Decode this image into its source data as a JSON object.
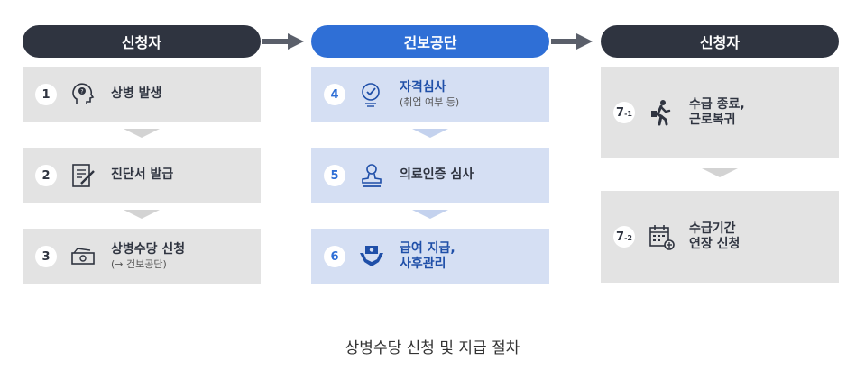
{
  "columns": [
    {
      "header": "신청자",
      "steps": [
        {
          "num": "1",
          "icon": "head-question-icon",
          "main": "상병 발생",
          "sub": ""
        },
        {
          "num": "2",
          "icon": "document-pen-icon",
          "main": "진단서 발급",
          "sub": ""
        },
        {
          "num": "3",
          "icon": "money-icon",
          "main": "상병수당 신청",
          "sub": "(→ 건보공단)"
        }
      ]
    },
    {
      "header": "건보공단",
      "steps": [
        {
          "num": "4",
          "icon": "checklist-icon",
          "main": "자격심사",
          "sub": "(취업 여부 등)"
        },
        {
          "num": "5",
          "icon": "stamp-icon",
          "main": "의료인증 심사",
          "sub": ""
        },
        {
          "num": "6",
          "icon": "hands-money-icon",
          "main": "급여 지급,",
          "main2": "사후관리"
        }
      ]
    },
    {
      "header": "신청자",
      "steps": [
        {
          "num": "7",
          "num_sub": "-1",
          "icon": "walking-person-icon",
          "main": "수급 종료,",
          "main2": "근로복귀"
        },
        {
          "num": "7",
          "num_sub": "-2",
          "icon": "calendar-icon",
          "main": "수급기간",
          "main2": "연장 신청"
        }
      ]
    }
  ],
  "caption": "상병수당 신청 및 지급 절차",
  "colors": {
    "dark": "#2f3440",
    "blue": "#2f6fd6",
    "gray_box": "#e3e3e3",
    "light_blue_box": "#d5dff3"
  }
}
